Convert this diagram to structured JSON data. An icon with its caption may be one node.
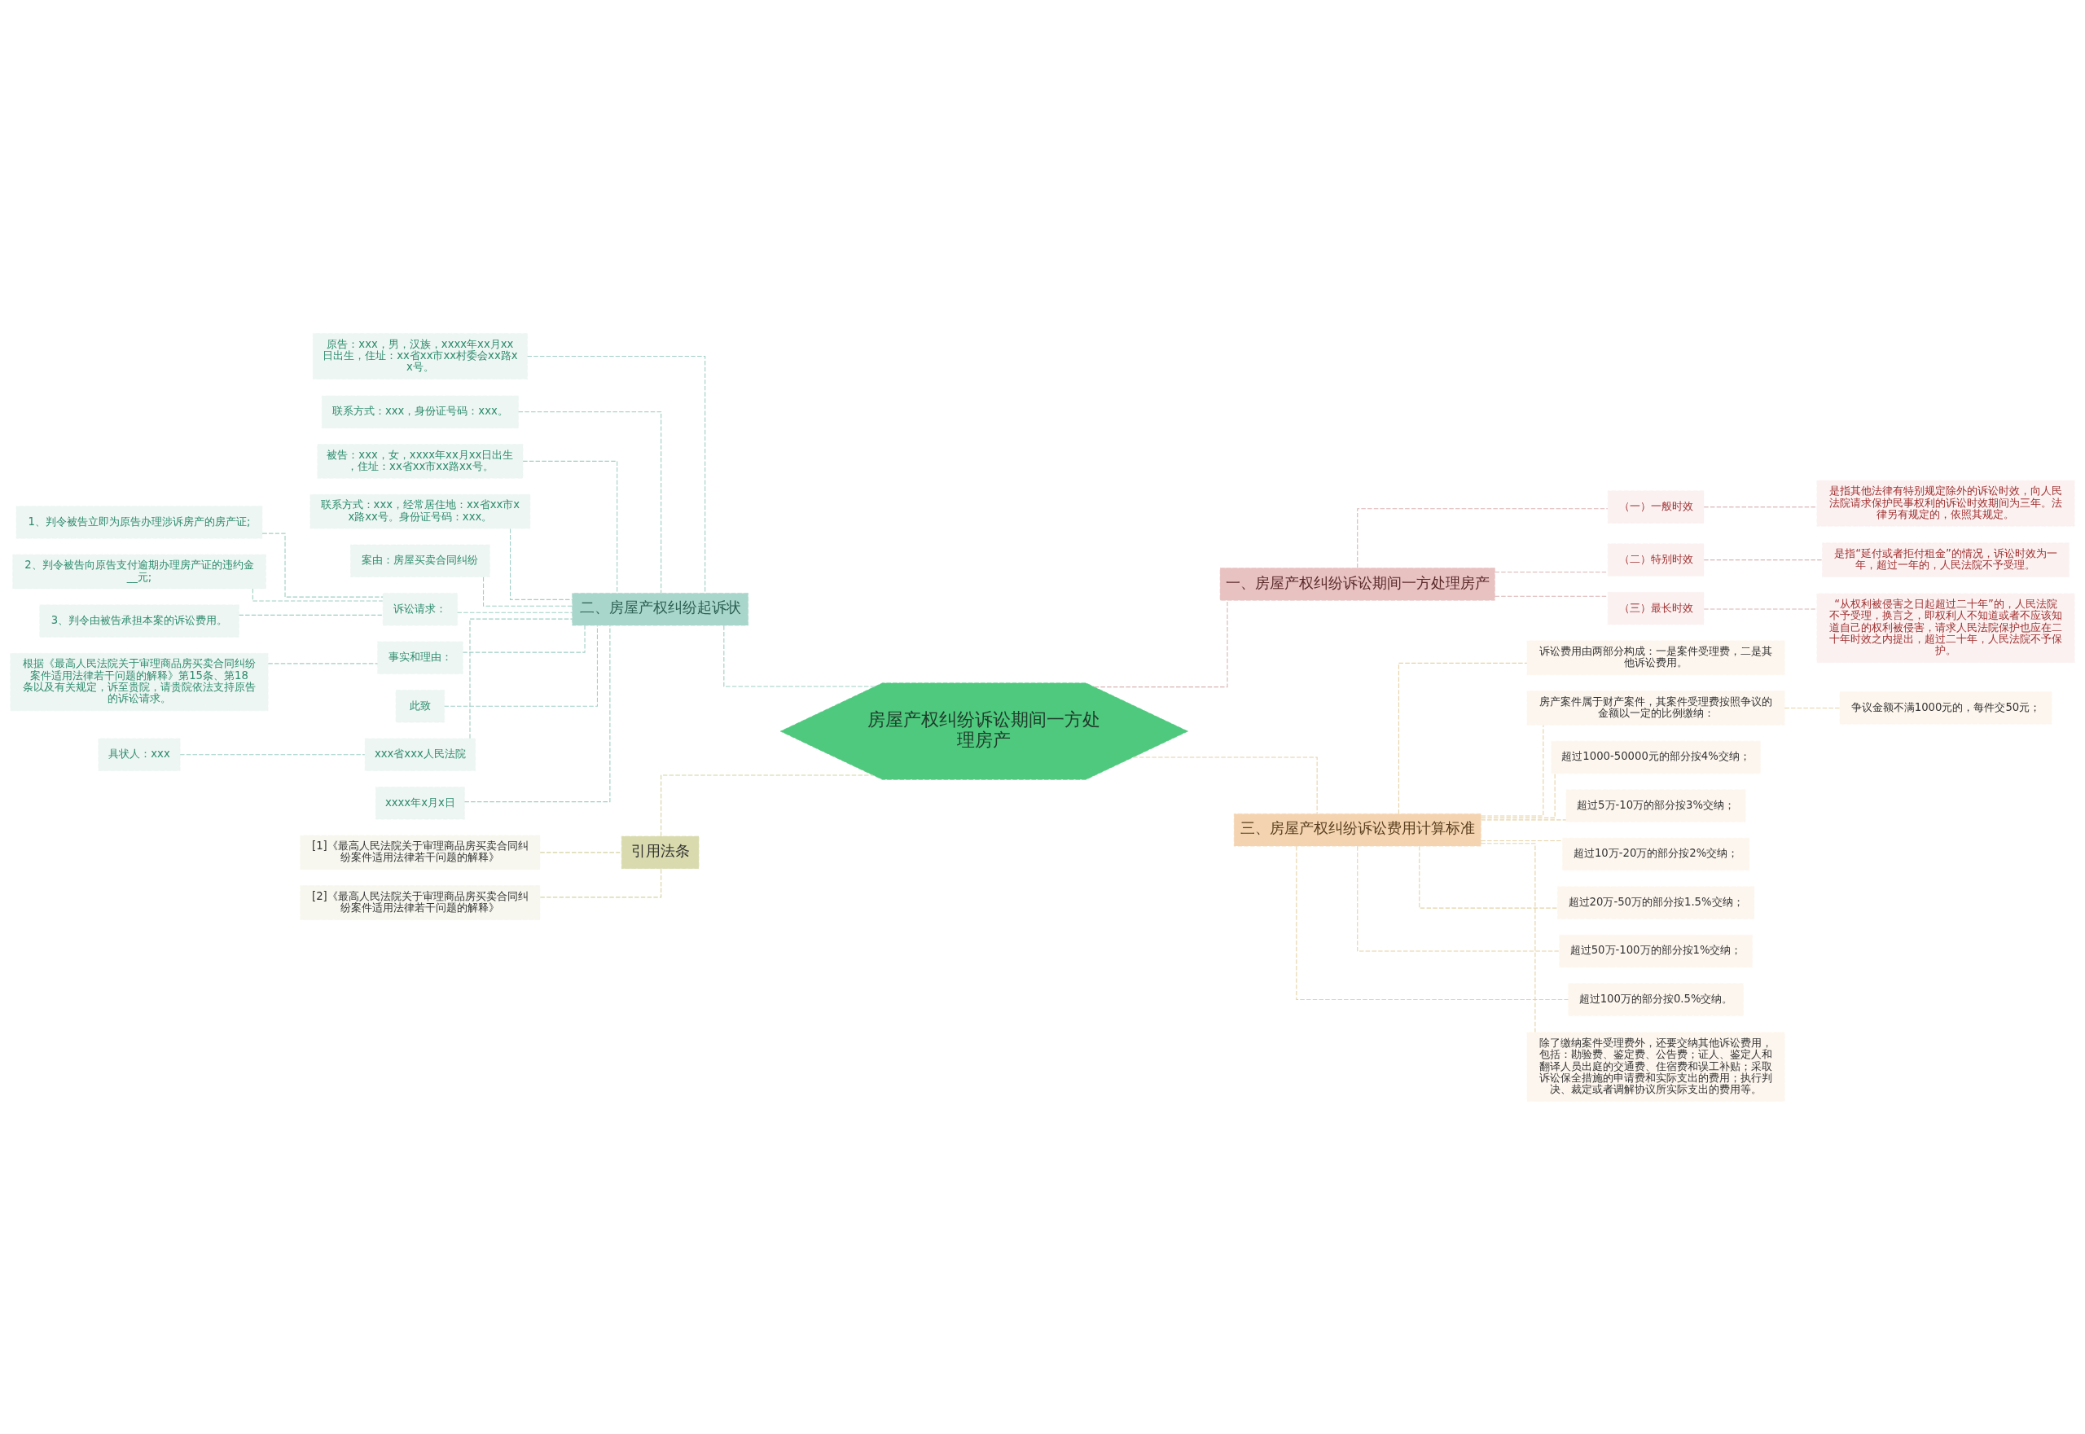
{
  "diagram": {
    "nodes": [
      {
        "text": [
          "房屋产权纠纷诉讼期间一方处理房产"
        ]
      },
      {
        "text": [
          "二、房屋产权纠纷起诉状"
        ]
      },
      {
        "text": [
          "原告：xxx，男，汉族，xxxx年xx月xx日出生，住址：xx省xx市xx村委会xx路xx号。"
        ]
      },
      {
        "text": [
          "联系方式：xxx，身份证号码：xxx。"
        ]
      },
      {
        "text": [
          "被告：xxx，女，xxxx年xx月xx日出生，住址：xx省xx市xx路xx号。"
        ]
      },
      {
        "text": [
          "联系方式：xxx，经常居住地：xx省xx市xx路xx号。身份证号码：xxx。"
        ]
      },
      {
        "text": [
          "案由：房屋买卖合同纠纷"
        ]
      },
      {
        "text": [
          "诉讼请求："
        ]
      },
      {
        "text": [
          "1、判令被告立即为原告办理涉诉房产的房产证;"
        ]
      },
      {
        "text": [
          "2、判令被告向原告支付逾期办理房产证的违约金__元;"
        ]
      },
      {
        "text": [
          "3、判令由被告承担本案的诉讼费用。"
        ]
      },
      {
        "text": [
          "事实和理由："
        ]
      },
      {
        "text": [
          "根据《最高人民法院关于审理商品房买卖合同纠纷案件适用法律若干问题的解释》第15条、第18条以及有关规定，诉至贵院，请贵院依法支持原告的诉讼请求。"
        ]
      },
      {
        "text": [
          "此致"
        ]
      },
      {
        "text": [
          "xxx省xxx人民法院"
        ]
      },
      {
        "text": [
          "具状人：xxx"
        ]
      },
      {
        "text": [
          "xxxx年x月x日"
        ]
      },
      {
        "text": [
          "引用法条"
        ]
      },
      {
        "text": [
          "[1]《最高人民法院关于审理商品房买卖合同纠纷案件适用法律若干问题的解释》"
        ]
      },
      {
        "text": [
          "[2]《最高人民法院关于审理商品房买卖合同纠纷案件适用法律若干问题的解释》"
        ]
      },
      {
        "text": [
          "一、房屋产权纠纷诉讼期间一方处理房产"
        ]
      },
      {
        "text": [
          "（一）一般时效"
        ]
      },
      {
        "text": [
          "是指其他法律有特别规定除外的诉讼时效，向人民法院请求保护民事权利的诉讼时效期间为三年。法律另有规定的，依照其规定。"
        ]
      },
      {
        "text": [
          "（二）特别时效"
        ]
      },
      {
        "text": [
          "是指“延付或者拒付租金”的情况，诉讼时效为一年，超过一年的，人民法院不予受理。"
        ]
      },
      {
        "text": [
          "（三）最长时效"
        ]
      },
      {
        "text": [
          "“从权利被侵害之日起超过二十年”的，人民法院不予受理，换言之，即权利人不知道或者不应该知道自己的权利被侵害，请求人民法院保护也应在二十年时效之内提出，超过二十年，人民法院不予保护。"
        ]
      },
      {
        "text": [
          "三、房屋产权纠纷诉讼费用计算标准"
        ]
      },
      {
        "text": [
          "诉讼费用由两部分构成：一是案件受理费，二是其他诉讼费用。"
        ]
      },
      {
        "text": [
          "房产案件属于财产案件，其案件受理费按照争议的金额以一定的比例缴纳："
        ]
      },
      {
        "text": [
          "争议金额不满1000元的，每件交50元；"
        ]
      },
      {
        "text": [
          "超过1000-50000元的部分按4%交纳；"
        ]
      },
      {
        "text": [
          "超过5万-10万的部分按3%交纳；"
        ]
      },
      {
        "text": [
          "超过10万-20万的部分按2%交纳；"
        ]
      },
      {
        "text": [
          "超过20万-50万的部分按1.5%交纳；"
        ]
      },
      {
        "text": [
          "超过50万-100万的部分按1%交纳；"
        ]
      },
      {
        "text": [
          "超过100万的部分按0.5%交纳。"
        ]
      },
      {
        "text": [
          "除了缴纳案件受理费外，还要交纳其他诉讼费用，包括：勘验费、鉴定费、公告费；证人、鉴定人和翻译人员出庭的交通费、住宿费和误工补贴；采取诉讼保全措施的申请费和实际支出的费用；执行判决、裁定或者调解协议所实际支出的费用等。"
        ]
      }
    ],
    "edges": [
      {
        "from": 0,
        "to": 1,
        "arrow": "none",
        "style": "dashed",
        "color": "#9fcfc4"
      },
      {
        "from": 1,
        "to": 2,
        "arrow": "none",
        "style": "dashed",
        "color": "#9fcfc4"
      },
      {
        "from": 1,
        "to": 3,
        "arrow": "none",
        "style": "dashed",
        "color": "#9fcfc4"
      },
      {
        "from": 1,
        "to": 4,
        "arrow": "none",
        "style": "dashed",
        "color": "#9fcfc4"
      },
      {
        "from": 1,
        "to": 5,
        "arrow": "none",
        "style": "dashed",
        "color": "#9fcfc4"
      },
      {
        "from": 1,
        "to": 6,
        "arrow": "none",
        "style": "dashed",
        "color": "#9fcfc4"
      },
      {
        "from": 1,
        "to": 7,
        "arrow": "none",
        "style": "dashed",
        "color": "#9fcfc4"
      },
      {
        "from": 7,
        "to": 8,
        "arrow": "none",
        "style": "dashed",
        "color": "#9fcfc4"
      },
      {
        "from": 7,
        "to": 9,
        "arrow": "none",
        "style": "dashed",
        "color": "#9fcfc4"
      },
      {
        "from": 7,
        "to": 10,
        "arrow": "none",
        "style": "dashed",
        "color": "#9fcfc4"
      },
      {
        "from": 1,
        "to": 11,
        "arrow": "none",
        "style": "dashed",
        "color": "#9fcfc4"
      },
      {
        "from": 11,
        "to": 12,
        "arrow": "none",
        "style": "dashed",
        "color": "#9fcfc4"
      },
      {
        "from": 1,
        "to": 13,
        "arrow": "none",
        "style": "dashed",
        "color": "#9fcfc4"
      },
      {
        "from": 1,
        "to": 14,
        "arrow": "none",
        "style": "dashed",
        "color": "#9fcfc4"
      },
      {
        "from": 14,
        "to": 15,
        "arrow": "none",
        "style": "dashed",
        "color": "#9fcfc4"
      },
      {
        "from": 1,
        "to": 16,
        "arrow": "none",
        "style": "dashed",
        "color": "#9fcfc4"
      },
      {
        "from": 0,
        "to": 17,
        "arrow": "none",
        "style": "dashed",
        "color": "#d3d4a4"
      },
      {
        "from": 17,
        "to": 18,
        "arrow": "none",
        "style": "dashed",
        "color": "#d3d4a4"
      },
      {
        "from": 17,
        "to": 19,
        "arrow": "none",
        "style": "dashed",
        "color": "#d3d4a4"
      },
      {
        "from": 0,
        "to": 20,
        "arrow": "none",
        "style": "dashed",
        "color": "#dbb4b4"
      },
      {
        "from": 20,
        "to": 21,
        "arrow": "none",
        "style": "dashed",
        "color": "#dbb4b4"
      },
      {
        "from": 21,
        "to": 22,
        "arrow": "none",
        "style": "dashed",
        "color": "#dbb4b4"
      },
      {
        "from": 20,
        "to": 23,
        "arrow": "none",
        "style": "dashed",
        "color": "#dbb4b4"
      },
      {
        "from": 23,
        "to": 24,
        "arrow": "none",
        "style": "dashed",
        "color": "#dbb4b4"
      },
      {
        "from": 20,
        "to": 25,
        "arrow": "none",
        "style": "dashed",
        "color": "#dbb4b4"
      },
      {
        "from": 25,
        "to": 26,
        "arrow": "none",
        "style": "dashed",
        "color": "#dbb4b4"
      },
      {
        "from": 0,
        "to": 27,
        "arrow": "none",
        "style": "dashed",
        "color": "#e6d2a6"
      },
      {
        "from": 27,
        "to": 28,
        "arrow": "none",
        "style": "dashed",
        "color": "#e6d2a6"
      },
      {
        "from": 27,
        "to": 29,
        "arrow": "none",
        "style": "dashed",
        "color": "#e6d2a6"
      },
      {
        "from": 29,
        "to": 30,
        "arrow": "none",
        "style": "dashed",
        "color": "#e6d2a6"
      },
      {
        "from": 27,
        "to": 31,
        "arrow": "none",
        "style": "dashed",
        "color": "#e6d2a6"
      },
      {
        "from": 27,
        "to": 32,
        "arrow": "none",
        "style": "dashed",
        "color": "#e6d2a6"
      },
      {
        "from": 27,
        "to": 33,
        "arrow": "none",
        "style": "dashed",
        "color": "#e6d2a6"
      },
      {
        "from": 27,
        "to": 34,
        "arrow": "none",
        "style": "dashed",
        "color": "#e6d2a6"
      },
      {
        "from": 27,
        "to": 35,
        "arrow": "none",
        "style": "dashed",
        "color": "#e6d2a6"
      },
      {
        "from": 27,
        "to": 36,
        "arrow": "none",
        "style": "dashed",
        "color": "#e6d2a6"
      },
      {
        "from": 27,
        "to": 37,
        "arrow": "none",
        "style": "dashed",
        "color": "#e6d2a6"
      }
    ]
  }
}
